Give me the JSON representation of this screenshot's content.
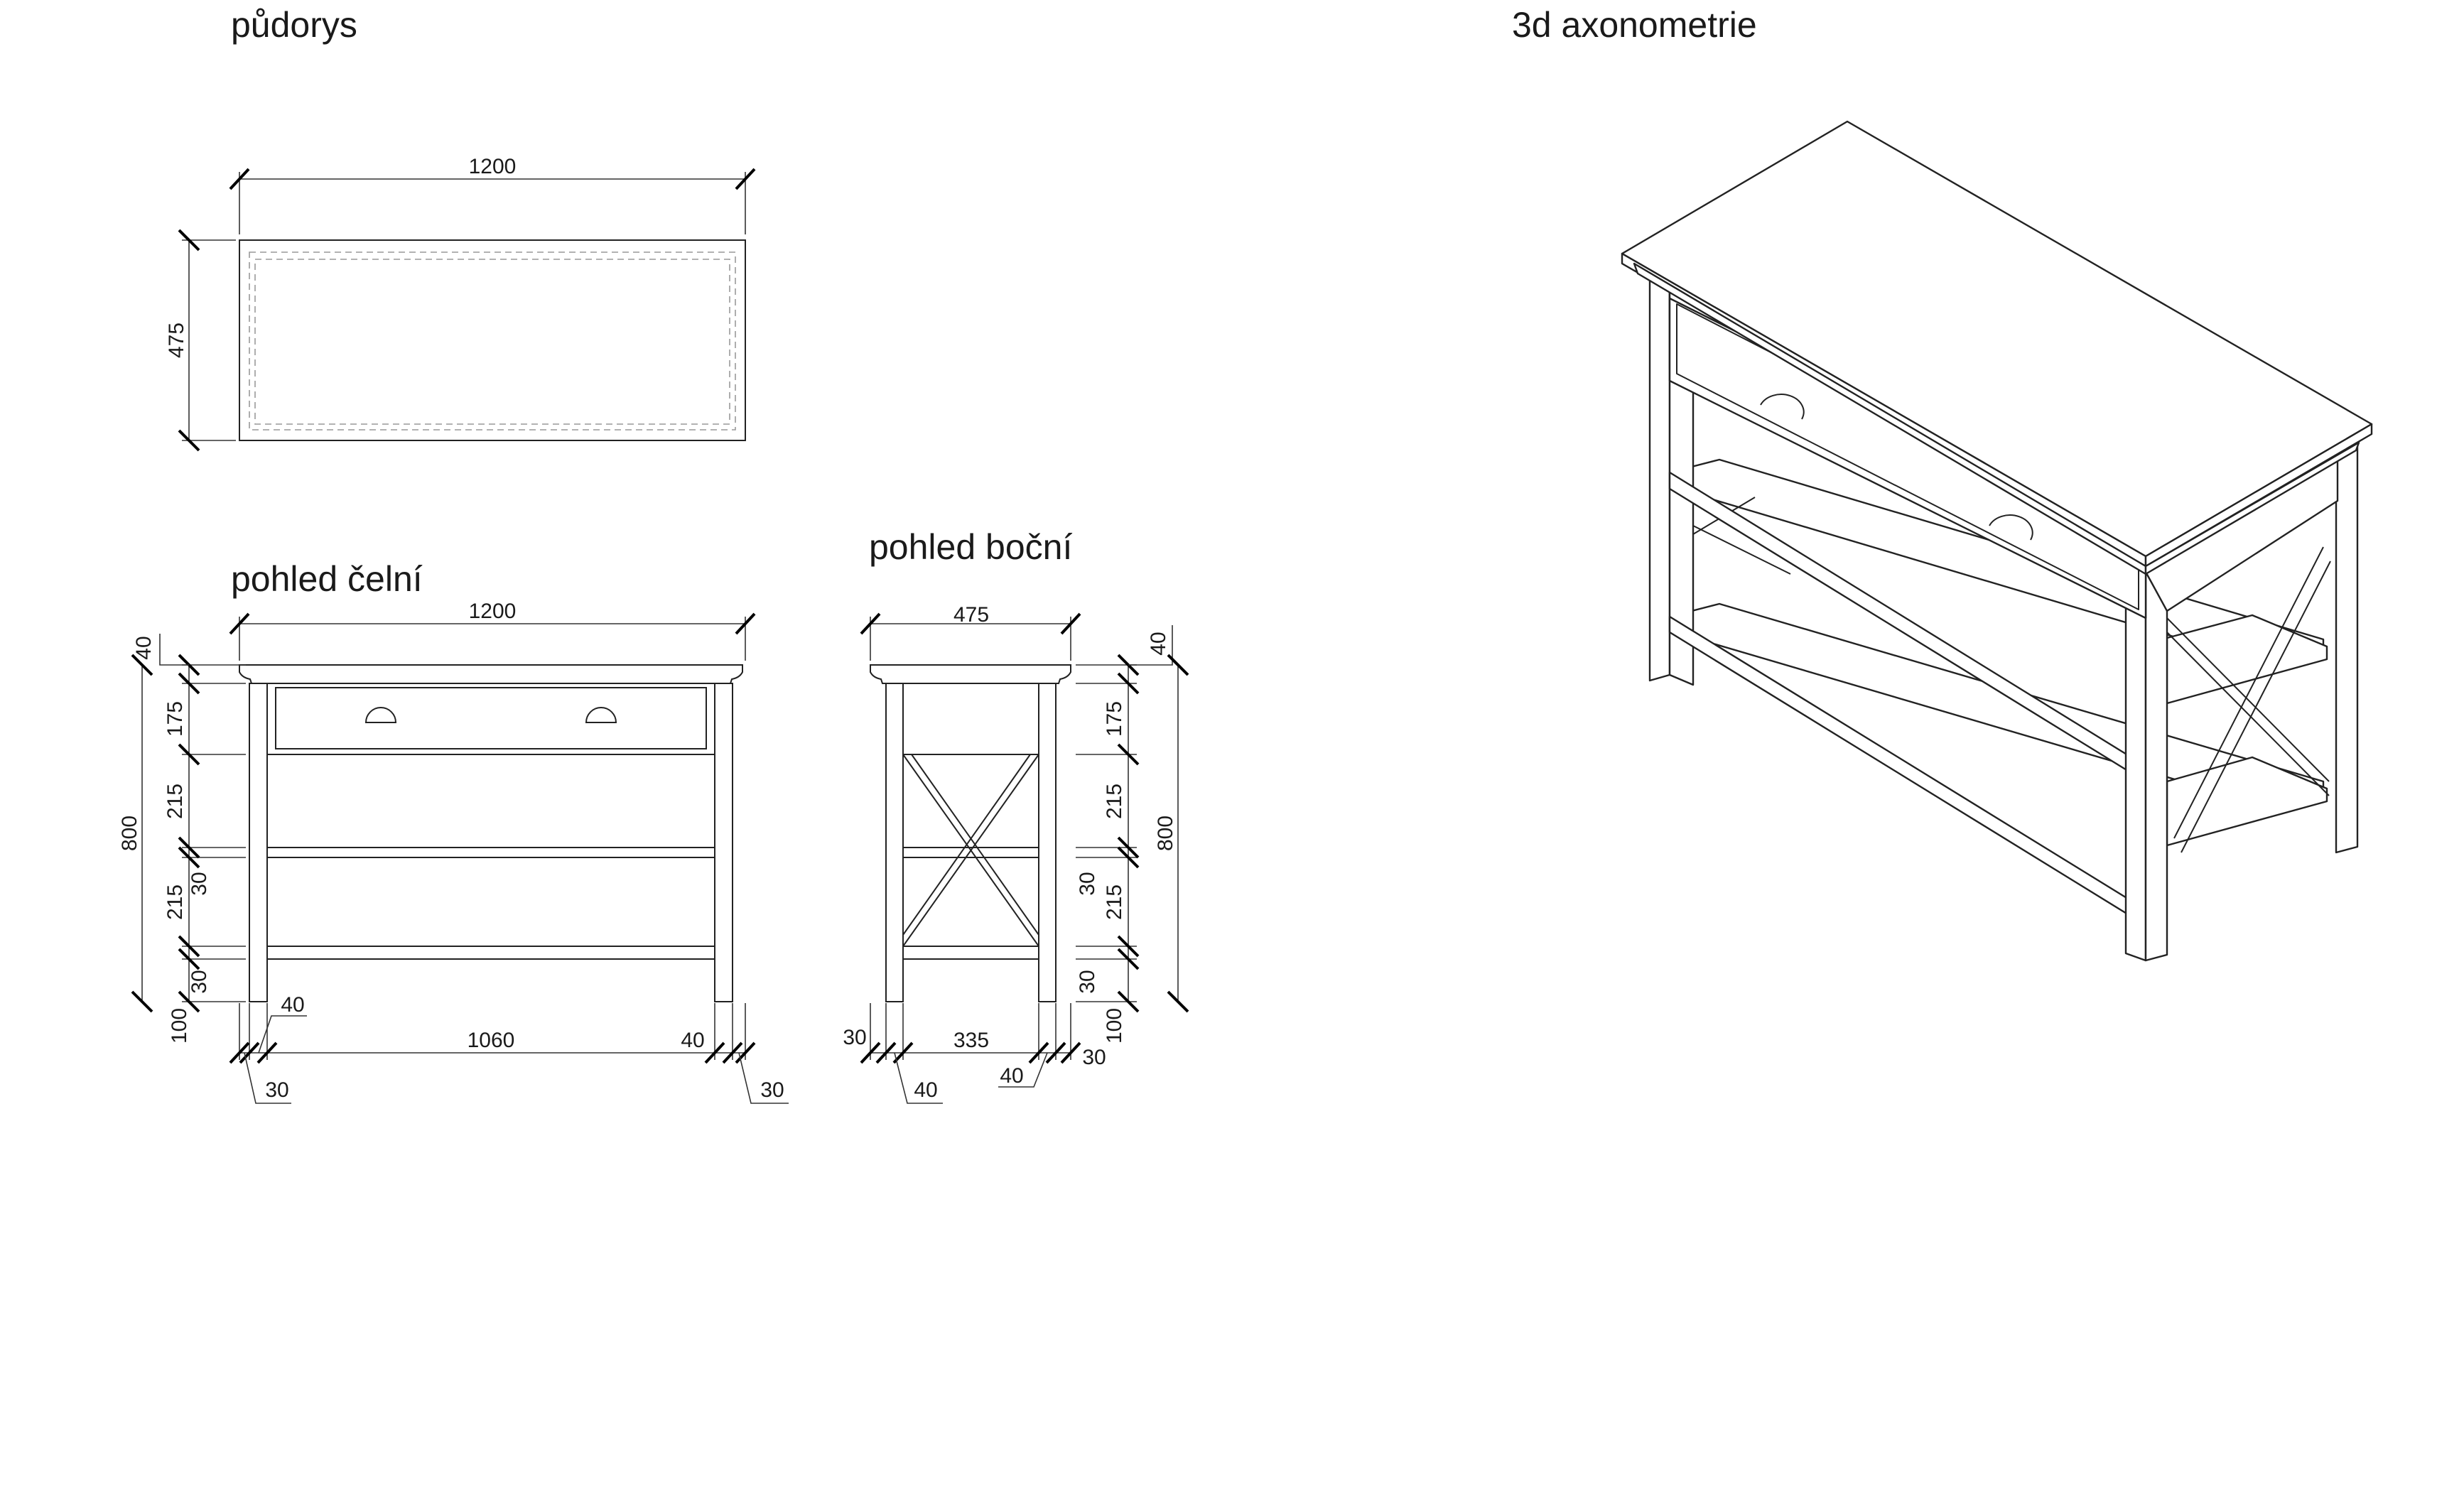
{
  "titles": {
    "plan": "půdorys",
    "front": "pohled čelní",
    "side": "pohled boční",
    "axo": "3d axonometrie"
  },
  "plan_dims": {
    "width": "1200",
    "depth": "475"
  },
  "front_dims": {
    "width": "1200",
    "top_thickness": "40",
    "drawer_height": "175",
    "gap_upper": "215",
    "shelf_upper": "30",
    "gap_lower": "215",
    "shelf_lower": "30",
    "foot_height": "100",
    "total_height": "800",
    "inner_width": "1060",
    "leg_left": "40",
    "leg_right": "40",
    "overhang_left": "30",
    "overhang_right": "30"
  },
  "side_dims": {
    "depth": "475",
    "top_thickness": "40",
    "drawer_height": "175",
    "gap_upper": "215",
    "shelf_upper": "30",
    "gap_lower": "215",
    "shelf_lower": "30",
    "foot_height": "100",
    "total_height": "800",
    "inner_depth": "335",
    "leg_left": "40",
    "leg_right": "40",
    "overhang_left": "30",
    "overhang_right": "30"
  }
}
